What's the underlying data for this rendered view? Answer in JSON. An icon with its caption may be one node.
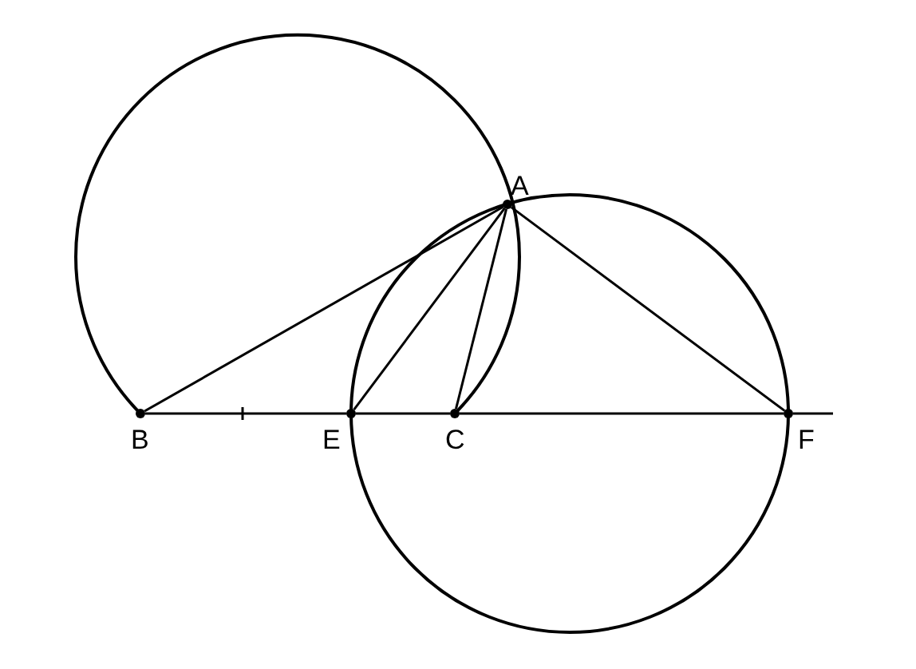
{
  "diagram": {
    "nodes": [
      {
        "text": [
          "A"
        ]
      },
      {
        "text": [
          "B"
        ]
      },
      {
        "text": [
          "E"
        ]
      },
      {
        "text": [
          "C"
        ]
      },
      {
        "text": [
          "F"
        ]
      }
    ],
    "edges": [
      {
        "from": 1,
        "to": 0,
        "arrow": "none"
      },
      {
        "from": 2,
        "to": 0,
        "arrow": "none"
      },
      {
        "from": 3,
        "to": 0,
        "arrow": "none"
      },
      {
        "from": 0,
        "to": 4,
        "arrow": "none"
      },
      {
        "from": 1,
        "to": 2,
        "arrow": "none"
      },
      {
        "from": 2,
        "to": 3,
        "arrow": "none"
      },
      {
        "from": 3,
        "to": 4,
        "arrow": "none"
      }
    ]
  }
}
